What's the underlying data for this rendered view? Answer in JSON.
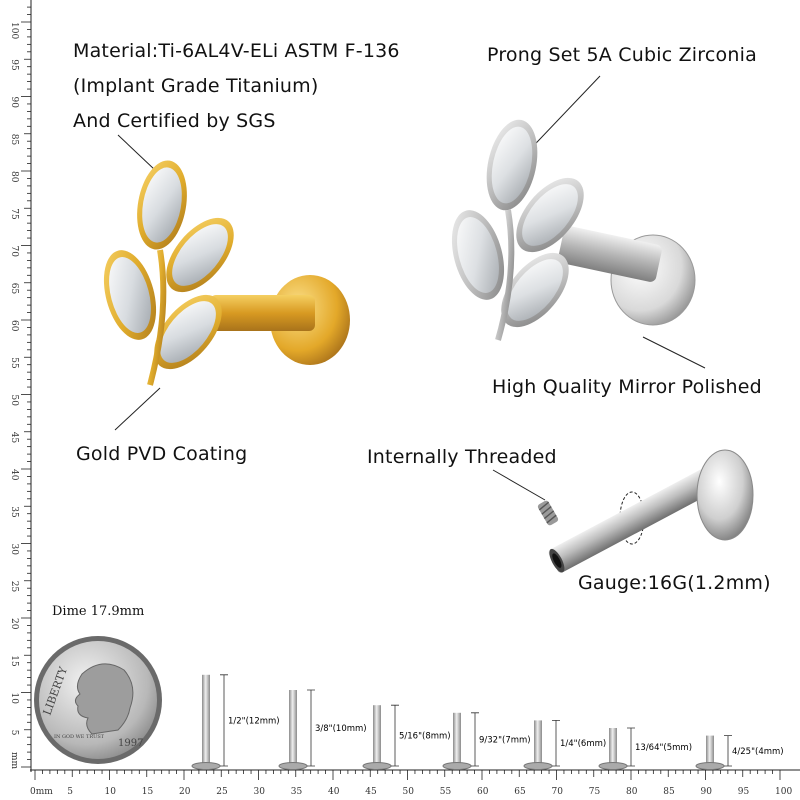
{
  "labels": {
    "material_line1": "Material:Ti-6AL4V-ELi ASTM F-136",
    "material_line2": "(Implant Grade Titanium)",
    "material_line3": "And Certified by SGS",
    "prong": "Prong Set 5A Cubic Zirconia",
    "polish": "High Quality Mirror Polished",
    "coating": "Gold PVD Coating",
    "threaded": "Internally Threaded",
    "gauge": "Gauge:16G(1.2mm)",
    "dime": "Dime 17.9mm"
  },
  "coin": {
    "legend": "LIBERTY",
    "motto": "IN GOD WE TRUST",
    "year": "1997"
  },
  "ruler": {
    "bottom_unit_label": "0mm",
    "bottom_numbers": [
      "5",
      "10",
      "15",
      "20",
      "25",
      "30",
      "35",
      "40",
      "45",
      "50",
      "55",
      "60",
      "65",
      "70",
      "75",
      "80",
      "85",
      "90",
      "95",
      "100"
    ],
    "left_numbers": [
      "5",
      "10",
      "15",
      "20",
      "25",
      "30",
      "35",
      "40",
      "45",
      "50",
      "55",
      "60",
      "65",
      "70",
      "75",
      "80",
      "85",
      "90",
      "95",
      "100"
    ],
    "left_unit_label": "mm"
  },
  "posts": [
    {
      "label": "1/2\"(12mm)"
    },
    {
      "label": "3/8\"(10mm)"
    },
    {
      "label": "5/16\"(8mm)"
    },
    {
      "label": "9/32\"(7mm)"
    },
    {
      "label": "1/4\"(6mm)"
    },
    {
      "label": "13/64\"(5mm)"
    },
    {
      "label": "4/25\"(4mm)"
    }
  ],
  "colors": {
    "gold": "#e0ac2c",
    "gold_dark": "#a9761a",
    "silver": "#c9c9c9",
    "silver_dark": "#8c8c8c"
  }
}
